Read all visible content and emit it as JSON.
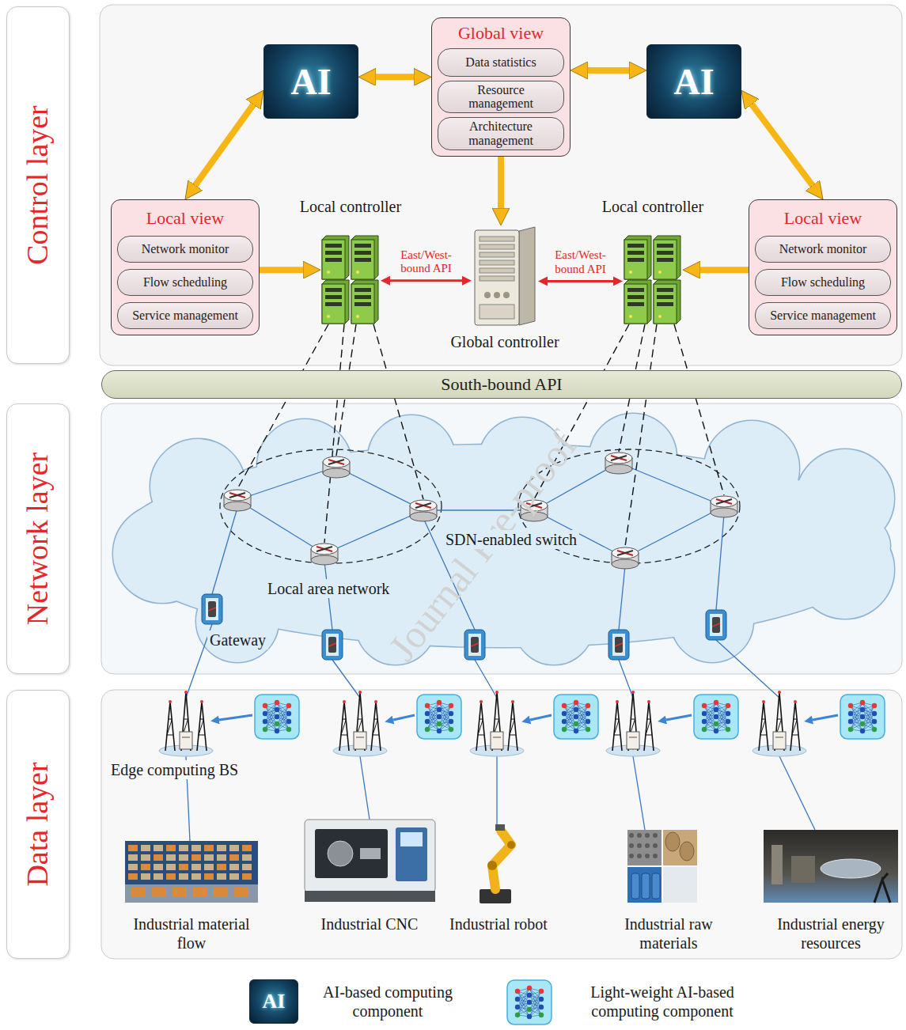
{
  "diagram": {
    "nodes": [
      {
        "text": [
          "Control layer"
        ]
      },
      {
        "text": [
          "AI"
        ]
      },
      {
        "text": [
          "Global view"
        ]
      },
      {
        "text": [
          "Data statistics"
        ],
        "in": 2
      },
      {
        "text": [
          "Resource management"
        ],
        "in": 2
      },
      {
        "text": [
          "Architecture management"
        ],
        "in": 2
      },
      {
        "text": [
          "AI"
        ]
      },
      {
        "text": [
          "Local view"
        ]
      },
      {
        "text": [
          "Network monitor"
        ],
        "in": 7
      },
      {
        "text": [
          "Flow scheduling"
        ],
        "in": 7
      },
      {
        "text": [
          "Service management"
        ],
        "in": 7
      },
      {
        "text": [
          "Local controller"
        ]
      },
      {
        "text": [
          "Global controller"
        ]
      },
      {
        "text": [
          "Local controller"
        ]
      },
      {
        "text": [
          "Local view"
        ]
      },
      {
        "text": [
          "Network monitor"
        ],
        "in": 14
      },
      {
        "text": [
          "Flow scheduling"
        ],
        "in": 14
      },
      {
        "text": [
          "Service management"
        ],
        "in": 14
      },
      {
        "text": [
          "South-bound API"
        ]
      },
      {
        "text": [
          "Network layer"
        ]
      },
      {
        "text": [
          "Data layer"
        ]
      }
    ],
    "edges": [
      {
        "from": 1,
        "to": 2,
        "arrow": "both"
      },
      {
        "from": 2,
        "to": 6,
        "arrow": "both"
      },
      {
        "from": 1,
        "to": 7,
        "arrow": "both"
      },
      {
        "from": 6,
        "to": 14,
        "arrow": "both"
      },
      {
        "from": 7,
        "to": 11,
        "arrow": "to"
      },
      {
        "from": 14,
        "to": 13,
        "arrow": "to"
      },
      {
        "from": 2,
        "to": 12,
        "arrow": "to"
      },
      {
        "from": 11,
        "to": 12,
        "label": "East/West- bound API",
        "arrow": "both"
      },
      {
        "from": 12,
        "to": 13,
        "label": "East/West- bound API",
        "arrow": "both"
      }
    ],
    "labels": [
      "SDN-enabled switch",
      "Local area network",
      "Gateway",
      "Edge computing BS",
      "Industrial material flow",
      "Industrial CNC",
      "Industrial robot",
      "Industrial raw materials",
      "Industrial energy resources",
      "AI",
      "Journal Pre-proof"
    ],
    "legend": [
      {
        "text": "AI-based computing component"
      },
      {
        "text": "Light-weight AI-based computing component"
      }
    ]
  }
}
